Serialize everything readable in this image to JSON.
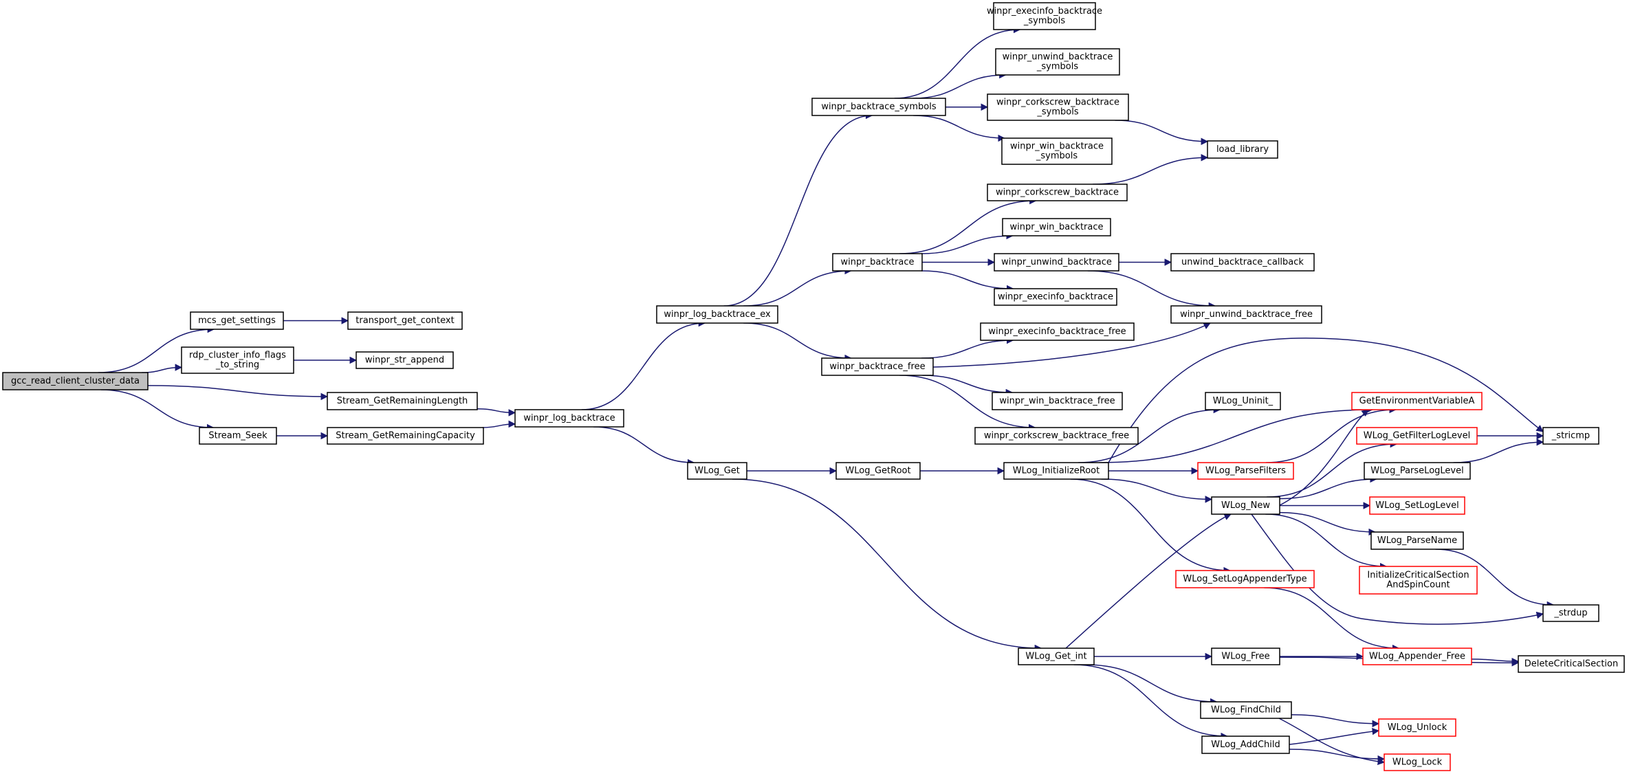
{
  "colors": {
    "edge": "#191970",
    "node_border": "#000000",
    "node_border_external": "#ff0000",
    "node_fill": "#ffffff",
    "root_fill": "#bfbfbf"
  },
  "graph": {
    "nodes": [
      {
        "id": "gcc_read_client_cluster_data",
        "lines": [
          "gcc_read_client_cluster_data"
        ],
        "style": "root"
      },
      {
        "id": "mcs_get_settings",
        "lines": [
          "mcs_get_settings"
        ],
        "style": "normal"
      },
      {
        "id": "rdp_cluster_info_flags_to_string",
        "lines": [
          "rdp_cluster_info_flags",
          "_to_string"
        ],
        "style": "normal"
      },
      {
        "id": "Stream_Seek",
        "lines": [
          "Stream_Seek"
        ],
        "style": "normal"
      },
      {
        "id": "transport_get_context",
        "lines": [
          "transport_get_context"
        ],
        "style": "normal"
      },
      {
        "id": "winpr_str_append",
        "lines": [
          "winpr_str_append"
        ],
        "style": "normal"
      },
      {
        "id": "Stream_GetRemainingLength",
        "lines": [
          "Stream_GetRemainingLength"
        ],
        "style": "normal"
      },
      {
        "id": "Stream_GetRemainingCapacity",
        "lines": [
          "Stream_GetRemainingCapacity"
        ],
        "style": "normal"
      },
      {
        "id": "winpr_log_backtrace",
        "lines": [
          "winpr_log_backtrace"
        ],
        "style": "normal"
      },
      {
        "id": "winpr_log_backtrace_ex",
        "lines": [
          "winpr_log_backtrace_ex"
        ],
        "style": "normal"
      },
      {
        "id": "WLog_Get",
        "lines": [
          "WLog_Get"
        ],
        "style": "normal"
      },
      {
        "id": "winpr_backtrace_symbols",
        "lines": [
          "winpr_backtrace_symbols"
        ],
        "style": "normal"
      },
      {
        "id": "winpr_backtrace",
        "lines": [
          "winpr_backtrace"
        ],
        "style": "normal"
      },
      {
        "id": "winpr_backtrace_free",
        "lines": [
          "winpr_backtrace_free"
        ],
        "style": "normal"
      },
      {
        "id": "WLog_GetRoot",
        "lines": [
          "WLog_GetRoot"
        ],
        "style": "normal"
      },
      {
        "id": "winpr_execinfo_backtrace_symbols",
        "lines": [
          "winpr_execinfo_backtrace",
          "_symbols"
        ],
        "style": "normal"
      },
      {
        "id": "winpr_unwind_backtrace_symbols",
        "lines": [
          "winpr_unwind_backtrace",
          "_symbols"
        ],
        "style": "normal"
      },
      {
        "id": "winpr_corkscrew_backtrace_symbols",
        "lines": [
          "winpr_corkscrew_backtrace",
          "_symbols"
        ],
        "style": "normal"
      },
      {
        "id": "winpr_win_backtrace_symbols",
        "lines": [
          "winpr_win_backtrace",
          "_symbols"
        ],
        "style": "normal"
      },
      {
        "id": "winpr_corkscrew_backtrace",
        "lines": [
          "winpr_corkscrew_backtrace"
        ],
        "style": "normal"
      },
      {
        "id": "winpr_win_backtrace",
        "lines": [
          "winpr_win_backtrace"
        ],
        "style": "normal"
      },
      {
        "id": "winpr_unwind_backtrace",
        "lines": [
          "winpr_unwind_backtrace"
        ],
        "style": "normal"
      },
      {
        "id": "winpr_execinfo_backtrace",
        "lines": [
          "winpr_execinfo_backtrace"
        ],
        "style": "normal"
      },
      {
        "id": "winpr_execinfo_backtrace_free",
        "lines": [
          "winpr_execinfo_backtrace_free"
        ],
        "style": "normal"
      },
      {
        "id": "winpr_win_backtrace_free",
        "lines": [
          "winpr_win_backtrace_free"
        ],
        "style": "normal"
      },
      {
        "id": "winpr_corkscrew_backtrace_free",
        "lines": [
          "winpr_corkscrew_backtrace_free"
        ],
        "style": "normal"
      },
      {
        "id": "WLog_InitializeRoot",
        "lines": [
          "WLog_InitializeRoot"
        ],
        "style": "normal"
      },
      {
        "id": "WLog_Get_int",
        "lines": [
          "WLog_Get_int"
        ],
        "style": "normal"
      },
      {
        "id": "load_library",
        "lines": [
          "load_library"
        ],
        "style": "normal"
      },
      {
        "id": "unwind_backtrace_callback",
        "lines": [
          "unwind_backtrace_callback"
        ],
        "style": "normal"
      },
      {
        "id": "winpr_unwind_backtrace_free",
        "lines": [
          "winpr_unwind_backtrace_free"
        ],
        "style": "normal"
      },
      {
        "id": "WLog_Uninit_",
        "lines": [
          "WLog_Uninit_"
        ],
        "style": "normal"
      },
      {
        "id": "WLog_ParseFilters",
        "lines": [
          "WLog_ParseFilters"
        ],
        "style": "external"
      },
      {
        "id": "WLog_New",
        "lines": [
          "WLog_New"
        ],
        "style": "normal"
      },
      {
        "id": "WLog_SetLogAppenderType",
        "lines": [
          "WLog_SetLogAppenderType"
        ],
        "style": "external"
      },
      {
        "id": "WLog_Free",
        "lines": [
          "WLog_Free"
        ],
        "style": "normal"
      },
      {
        "id": "WLog_FindChild",
        "lines": [
          "WLog_FindChild"
        ],
        "style": "normal"
      },
      {
        "id": "WLog_AddChild",
        "lines": [
          "WLog_AddChild"
        ],
        "style": "normal"
      },
      {
        "id": "GetEnvironmentVariableA",
        "lines": [
          "GetEnvironmentVariableA"
        ],
        "style": "external"
      },
      {
        "id": "WLog_GetFilterLogLevel",
        "lines": [
          "WLog_GetFilterLogLevel"
        ],
        "style": "external"
      },
      {
        "id": "WLog_ParseLogLevel",
        "lines": [
          "WLog_ParseLogLevel"
        ],
        "style": "normal"
      },
      {
        "id": "WLog_SetLogLevel",
        "lines": [
          "WLog_SetLogLevel"
        ],
        "style": "external"
      },
      {
        "id": "WLog_ParseName",
        "lines": [
          "WLog_ParseName"
        ],
        "style": "normal"
      },
      {
        "id": "InitializeCriticalSectionAndSpinCount",
        "lines": [
          "InitializeCriticalSection",
          "AndSpinCount"
        ],
        "style": "external"
      },
      {
        "id": "WLog_Appender_Free",
        "lines": [
          "WLog_Appender_Free"
        ],
        "style": "external"
      },
      {
        "id": "WLog_Unlock",
        "lines": [
          "WLog_Unlock"
        ],
        "style": "external"
      },
      {
        "id": "WLog_Lock",
        "lines": [
          "WLog_Lock"
        ],
        "style": "external"
      },
      {
        "id": "_stricmp",
        "lines": [
          "_stricmp"
        ],
        "style": "normal"
      },
      {
        "id": "_strdup",
        "lines": [
          "_strdup"
        ],
        "style": "normal"
      },
      {
        "id": "DeleteCriticalSection",
        "lines": [
          "DeleteCriticalSection"
        ],
        "style": "normal"
      }
    ],
    "edges": [
      {
        "from": "gcc_read_client_cluster_data",
        "to": "mcs_get_settings"
      },
      {
        "from": "gcc_read_client_cluster_data",
        "to": "rdp_cluster_info_flags_to_string"
      },
      {
        "from": "gcc_read_client_cluster_data",
        "to": "Stream_GetRemainingLength"
      },
      {
        "from": "gcc_read_client_cluster_data",
        "to": "Stream_Seek"
      },
      {
        "from": "mcs_get_settings",
        "to": "transport_get_context"
      },
      {
        "from": "rdp_cluster_info_flags_to_string",
        "to": "winpr_str_append"
      },
      {
        "from": "Stream_Seek",
        "to": "Stream_GetRemainingCapacity"
      },
      {
        "from": "Stream_GetRemainingLength",
        "to": "winpr_log_backtrace"
      },
      {
        "from": "Stream_GetRemainingCapacity",
        "to": "winpr_log_backtrace"
      },
      {
        "from": "winpr_log_backtrace",
        "to": "winpr_log_backtrace_ex"
      },
      {
        "from": "winpr_log_backtrace",
        "to": "WLog_Get"
      },
      {
        "from": "winpr_log_backtrace_ex",
        "to": "winpr_backtrace_symbols"
      },
      {
        "from": "winpr_log_backtrace_ex",
        "to": "winpr_backtrace"
      },
      {
        "from": "winpr_log_backtrace_ex",
        "to": "winpr_backtrace_free"
      },
      {
        "from": "winpr_backtrace_symbols",
        "to": "winpr_execinfo_backtrace_symbols"
      },
      {
        "from": "winpr_backtrace_symbols",
        "to": "winpr_unwind_backtrace_symbols"
      },
      {
        "from": "winpr_backtrace_symbols",
        "to": "winpr_corkscrew_backtrace_symbols"
      },
      {
        "from": "winpr_backtrace_symbols",
        "to": "winpr_win_backtrace_symbols"
      },
      {
        "from": "winpr_corkscrew_backtrace_symbols",
        "to": "load_library"
      },
      {
        "from": "winpr_corkscrew_backtrace",
        "to": "load_library"
      },
      {
        "from": "winpr_backtrace",
        "to": "winpr_corkscrew_backtrace"
      },
      {
        "from": "winpr_backtrace",
        "to": "winpr_win_backtrace"
      },
      {
        "from": "winpr_backtrace",
        "to": "winpr_unwind_backtrace"
      },
      {
        "from": "winpr_backtrace",
        "to": "winpr_execinfo_backtrace"
      },
      {
        "from": "winpr_unwind_backtrace",
        "to": "unwind_backtrace_callback"
      },
      {
        "from": "winpr_unwind_backtrace",
        "to": "winpr_unwind_backtrace_free"
      },
      {
        "from": "winpr_backtrace_free",
        "to": "winpr_execinfo_backtrace_free"
      },
      {
        "from": "winpr_backtrace_free",
        "to": "winpr_unwind_backtrace_free"
      },
      {
        "from": "winpr_backtrace_free",
        "to": "winpr_win_backtrace_free"
      },
      {
        "from": "winpr_backtrace_free",
        "to": "winpr_corkscrew_backtrace_free"
      },
      {
        "from": "WLog_Get",
        "to": "WLog_GetRoot"
      },
      {
        "from": "WLog_Get",
        "to": "WLog_Get_int"
      },
      {
        "from": "WLog_GetRoot",
        "to": "WLog_InitializeRoot"
      },
      {
        "from": "WLog_InitializeRoot",
        "to": "_stricmp"
      },
      {
        "from": "WLog_InitializeRoot",
        "to": "WLog_Uninit_"
      },
      {
        "from": "WLog_InitializeRoot",
        "to": "GetEnvironmentVariableA"
      },
      {
        "from": "WLog_InitializeRoot",
        "to": "WLog_ParseFilters"
      },
      {
        "from": "WLog_InitializeRoot",
        "to": "WLog_New"
      },
      {
        "from": "WLog_InitializeRoot",
        "to": "WLog_SetLogAppenderType"
      },
      {
        "from": "WLog_ParseFilters",
        "to": "GetEnvironmentVariableA"
      },
      {
        "from": "WLog_New",
        "to": "GetEnvironmentVariableA"
      },
      {
        "from": "WLog_New",
        "to": "WLog_GetFilterLogLevel"
      },
      {
        "from": "WLog_New",
        "to": "WLog_ParseLogLevel"
      },
      {
        "from": "WLog_New",
        "to": "WLog_SetLogLevel"
      },
      {
        "from": "WLog_New",
        "to": "WLog_ParseName"
      },
      {
        "from": "WLog_New",
        "to": "InitializeCriticalSectionAndSpinCount"
      },
      {
        "from": "WLog_New",
        "to": "_strdup"
      },
      {
        "from": "WLog_GetFilterLogLevel",
        "to": "_stricmp"
      },
      {
        "from": "WLog_ParseLogLevel",
        "to": "_stricmp"
      },
      {
        "from": "WLog_ParseName",
        "to": "_strdup"
      },
      {
        "from": "WLog_SetLogAppenderType",
        "to": "WLog_Appender_Free"
      },
      {
        "from": "WLog_Get_int",
        "to": "WLog_New"
      },
      {
        "from": "WLog_Get_int",
        "to": "WLog_Free"
      },
      {
        "from": "WLog_Get_int",
        "to": "WLog_FindChild"
      },
      {
        "from": "WLog_Get_int",
        "to": "WLog_AddChild"
      },
      {
        "from": "WLog_Free",
        "to": "WLog_Appender_Free"
      },
      {
        "from": "WLog_Free",
        "to": "DeleteCriticalSection"
      },
      {
        "from": "WLog_Appender_Free",
        "to": "DeleteCriticalSection"
      },
      {
        "from": "WLog_FindChild",
        "to": "WLog_Unlock"
      },
      {
        "from": "WLog_FindChild",
        "to": "WLog_Lock"
      },
      {
        "from": "WLog_AddChild",
        "to": "WLog_Unlock"
      },
      {
        "from": "WLog_AddChild",
        "to": "WLog_Lock"
      }
    ]
  }
}
